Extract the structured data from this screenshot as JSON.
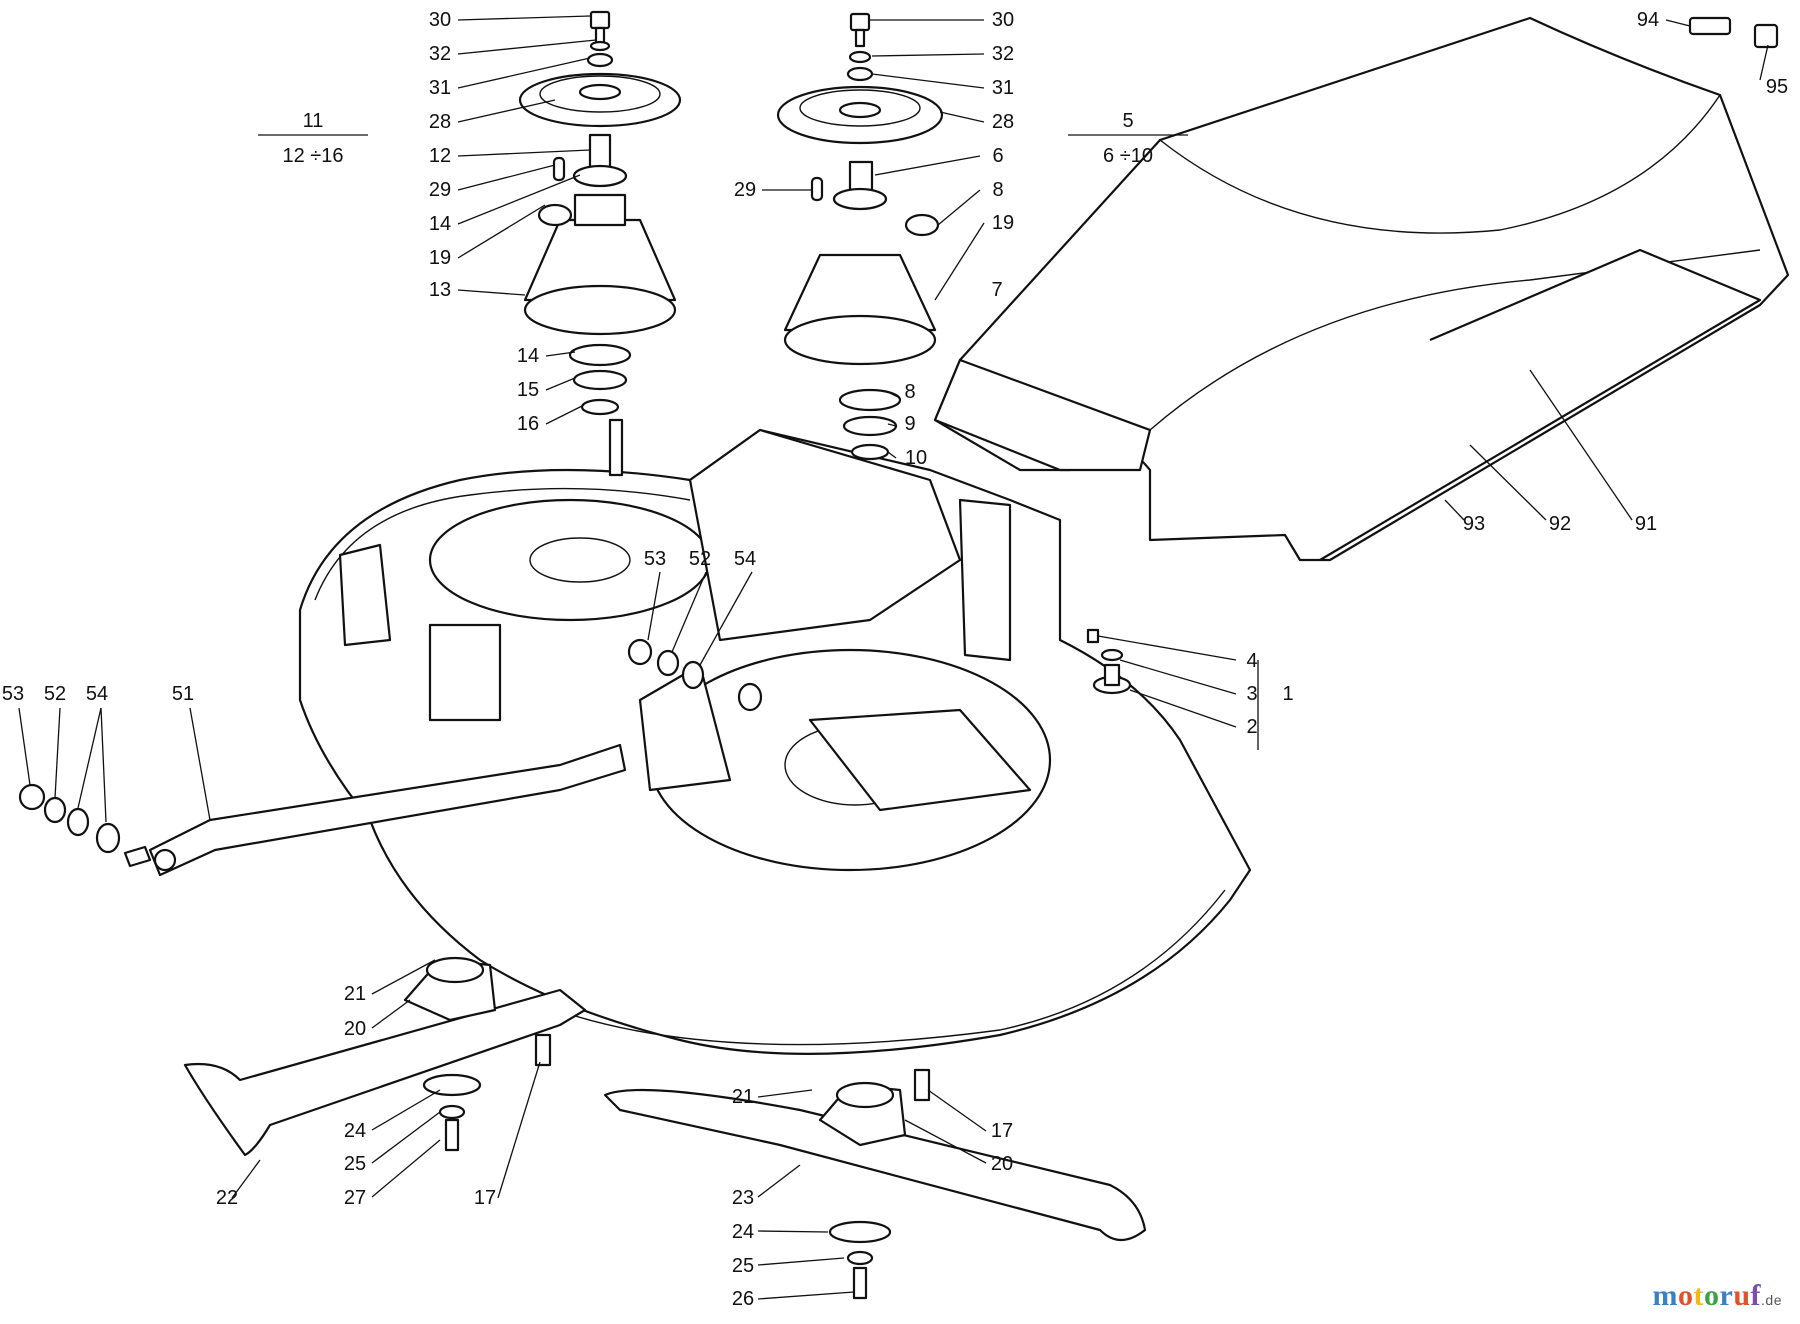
{
  "callouts": [
    "30",
    "32",
    "31",
    "28",
    "12",
    "29",
    "14",
    "19",
    "13",
    "14",
    "15",
    "16",
    "30",
    "32",
    "31",
    "28",
    "6",
    "29",
    "8",
    "19",
    "7",
    "8",
    "9",
    "10",
    "94",
    "95",
    "91",
    "92",
    "93",
    "4",
    "3",
    "2",
    "1",
    "53",
    "52",
    "54",
    "53",
    "52",
    "54",
    "51",
    "21",
    "20",
    "24",
    "25",
    "27",
    "22",
    "17",
    "21",
    "17",
    "20",
    "23",
    "24",
    "25",
    "26"
  ],
  "group_left": {
    "top": "11",
    "bottom": "12 ÷16"
  },
  "group_right": {
    "top": "5",
    "bottom": "6 ÷10"
  },
  "watermark": {
    "text": "motoruf",
    "suffix": ".de"
  }
}
